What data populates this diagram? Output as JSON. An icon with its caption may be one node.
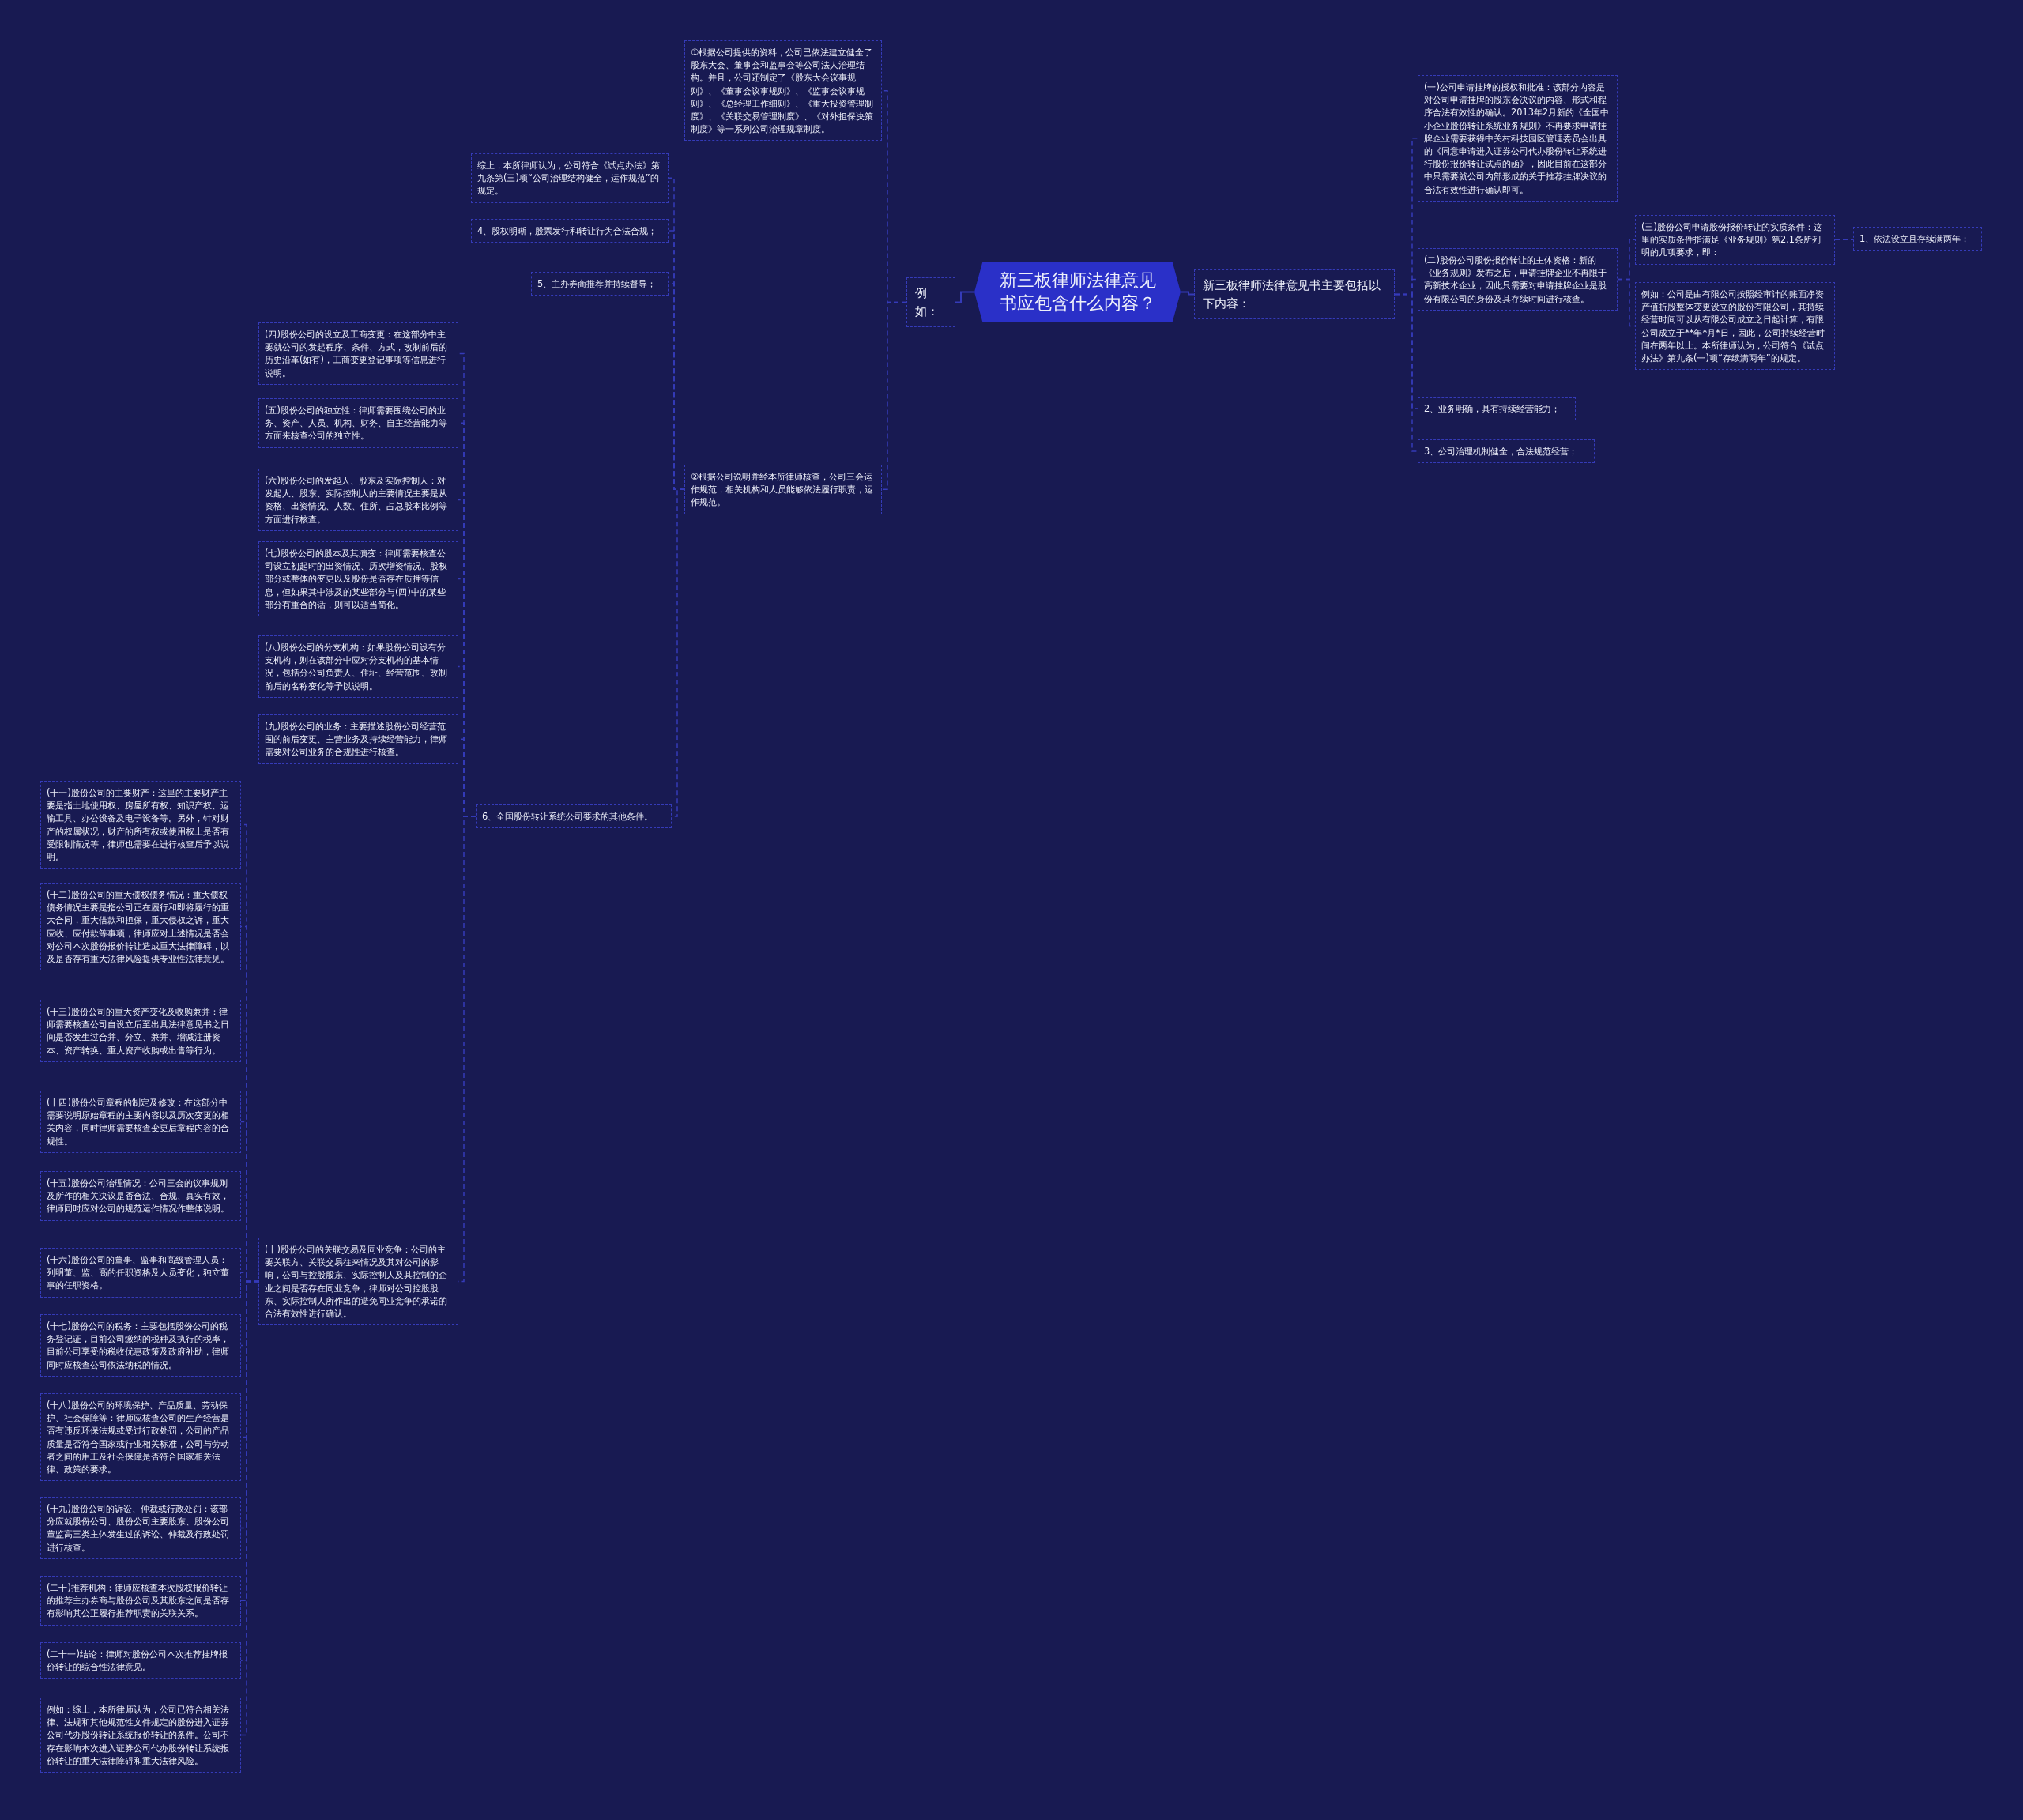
{
  "diagram": {
    "nodes": [
      {
        "text": [
          "新三板律师法律意见书应包含什么内容？"
        ]
      },
      {
        "text": [
          "例如："
        ]
      },
      {
        "text": [
          "①根据公司提供的资料，公司已依法建立健全了股东大会、董事会和监事会等公司法人治理结构。并且，公司还制定了《股东大会议事规则》、《董事会议事规则》、《监事会议事规则》、《总经理工作细则》、《重大投资管理制度》、《关联交易管理制度》、《对外担保决策制度》等一系列公司治理规章制度。"
        ]
      },
      {
        "text": [
          "②根据公司说明并经本所律师核查，公司三会运作规范，相关机构和人员能够依法履行职责，运作规范。"
        ]
      },
      {
        "text": [
          "综上，本所律师认为，公司符合《试点办法》第九条第(三)项“公司治理结构健全，运作规范”的规定。"
        ]
      },
      {
        "text": [
          "4、股权明晰，股票发行和转让行为合法合规；"
        ]
      },
      {
        "text": [
          "5、主办券商推荐并持续督导；"
        ]
      },
      {
        "text": [
          "6、全国股份转让系统公司要求的其他条件。"
        ]
      },
      {
        "text": [
          "(四)股份公司的设立及工商变更：在这部分中主要就公司的发起程序、条件、方式，改制前后的历史沿革(如有)，工商变更登记事项等信息进行说明。"
        ]
      },
      {
        "text": [
          "(五)股份公司的独立性：律师需要围绕公司的业务、资产、人员、机构、财务、自主经营能力等方面来核查公司的独立性。"
        ]
      },
      {
        "text": [
          "(六)股份公司的发起人、股东及实际控制人：对发起人、股东、实际控制人的主要情况主要是从资格、出资情况、人数、住所、占总股本比例等方面进行核查。"
        ]
      },
      {
        "text": [
          "(七)股份公司的股本及其演变：律师需要核查公司设立初起时的出资情况、历次增资情况、股权部分或整体的变更以及股份是否存在质押等信息，但如果其中涉及的某些部分与(四)中的某些部分有重合的话，则可以适当简化。"
        ]
      },
      {
        "text": [
          "(八)股份公司的分支机构：如果股份公司设有分支机构，则在该部分中应对分支机构的基本情况，包括分公司负责人、住址、经营范围、改制前后的名称变化等予以说明。"
        ]
      },
      {
        "text": [
          "(九)股份公司的业务：主要描述股份公司经营范围的前后变更、主营业务及持续经营能力，律师需要对公司业务的合规性进行核查。"
        ]
      },
      {
        "text": [
          "(十)股份公司的关联交易及同业竞争：公司的主要关联方、关联交易往来情况及其对公司的影响，公司与控股股东、实际控制人及其控制的企业之间是否存在同业竞争，律师对公司控股股东、实际控制人所作出的避免同业竞争的承诺的合法有效性进行确认。"
        ]
      },
      {
        "text": [
          "(十一)股份公司的主要财产：这里的主要财产主要是指土地使用权、房屋所有权、知识产权、运输工具、办公设备及电子设备等。另外，针对财产的权属状况，财产的所有权或使用权上是否有受限制情况等，律师也需要在进行核查后予以说明。"
        ]
      },
      {
        "text": [
          "(十二)股份公司的重大债权债务情况：重大债权债务情况主要是指公司正在履行和即将履行的重大合同，重大借款和担保，重大侵权之诉，重大应收、应付款等事项，律师应对上述情况是否会对公司本次股份报价转让造成重大法律障碍，以及是否存有重大法律风险提供专业性法律意见。"
        ]
      },
      {
        "text": [
          "(十三)股份公司的重大资产变化及收购兼并：律师需要核查公司自设立后至出具法律意见书之日间是否发生过合并、分立、兼并、增减注册资本、资产转换、重大资产收购或出售等行为。"
        ]
      },
      {
        "text": [
          "(十四)股份公司章程的制定及修改：在这部分中需要说明原始章程的主要内容以及历次变更的相关内容，同时律师需要核查变更后章程内容的合规性。"
        ]
      },
      {
        "text": [
          "(十五)股份公司治理情况：公司三会的议事规则及所作的相关决议是否合法、合规、真实有效，律师同时应对公司的规范运作情况作整体说明。"
        ]
      },
      {
        "text": [
          "(十六)股份公司的董事、监事和高级管理人员：列明董、监、高的任职资格及人员变化，独立董事的任职资格。"
        ]
      },
      {
        "text": [
          "(十七)股份公司的税务：主要包括股份公司的税务登记证，目前公司缴纳的税种及执行的税率，目前公司享受的税收优惠政策及政府补助，律师同时应核查公司依法纳税的情况。"
        ]
      },
      {
        "text": [
          "(十八)股份公司的环境保护、产品质量、劳动保护、社会保障等：律师应核查公司的生产经营是否有违反环保法规或受过行政处罚，公司的产品质量是否符合国家或行业相关标准，公司与劳动者之间的用工及社会保障是否符合国家相关法律、政策的要求。"
        ]
      },
      {
        "text": [
          "(十九)股份公司的诉讼、仲裁或行政处罚：该部分应就股份公司、股份公司主要股东、股份公司董监高三类主体发生过的诉讼、仲裁及行政处罚进行核查。"
        ]
      },
      {
        "text": [
          "(二十)推荐机构：律师应核查本次股权报价转让的推荐主办券商与股份公司及其股东之间是否存有影响其公正履行推荐职责的关联关系。"
        ]
      },
      {
        "text": [
          "(二十一)结论：律师对股份公司本次推荐挂牌报价转让的综合性法律意见。"
        ]
      },
      {
        "text": [
          "例如：综上，本所律师认为，公司已符合相关法律、法规和其他规范性文件规定的股份进入证券公司代办股份转让系统报价转让的条件。公司不存在影响本次进入证券公司代办股份转让系统报价转让的重大法律障碍和重大法律风险。"
        ]
      },
      {
        "text": [
          "新三板律师法律意见书主要包括以下内容："
        ]
      },
      {
        "text": [
          "(一)公司申请挂牌的授权和批准：该部分内容是对公司申请挂牌的股东会决议的内容、形式和程序合法有效性的确认。2013年2月新的《全国中小企业股份转让系统业务规则》不再要求申请挂牌企业需要获得中关村科技园区管理委员会出具的《同意申请进入证券公司代办股份转让系统进行股份报价转让试点的函》，因此目前在这部分中只需要就公司内部形成的关于推荐挂牌决议的合法有效性进行确认即可。"
        ]
      },
      {
        "text": [
          "(二)股份公司股份报价转让的主体资格：新的《业务规则》发布之后，申请挂牌企业不再限于高新技术企业，因此只需要对申请挂牌企业是股份有限公司的身份及其存续时间进行核查。"
        ]
      },
      {
        "text": [
          "(三)股份公司申请股份报价转让的实质条件：这里的实质条件指满足《业务规则》第2.1条所列明的几项要求，即："
        ]
      },
      {
        "text": [
          "1、依法设立且存续满两年；"
        ]
      },
      {
        "text": [
          "例如：公司是由有限公司按照经审计的账面净资产值折股整体变更设立的股份有限公司，其持续经营时间可以从有限公司成立之日起计算，有限公司成立于**年*月*日，因此，公司持续经营时间在两年以上。本所律师认为，公司符合《试点办法》第九条(一)项“存续满两年”的规定。"
        ]
      },
      {
        "text": [
          "2、业务明确，具有持续经营能力；"
        ]
      },
      {
        "text": [
          "3、公司治理机制健全，合法规范经营；"
        ]
      }
    ],
    "edges": [
      {
        "from": 0,
        "to": 1,
        "arrow": "none"
      },
      {
        "from": 1,
        "to": 2,
        "arrow": "none",
        "style": "dashed"
      },
      {
        "from": 1,
        "to": 3,
        "arrow": "none",
        "style": "dashed"
      },
      {
        "from": 3,
        "to": 4,
        "arrow": "none",
        "style": "dashed"
      },
      {
        "from": 3,
        "to": 5,
        "arrow": "none",
        "style": "dashed"
      },
      {
        "from": 3,
        "to": 6,
        "arrow": "none",
        "style": "dashed"
      },
      {
        "from": 3,
        "to": 7,
        "arrow": "none",
        "style": "dashed"
      },
      {
        "from": 7,
        "to": 8,
        "arrow": "none",
        "style": "dashed"
      },
      {
        "from": 7,
        "to": 9,
        "arrow": "none",
        "style": "dashed"
      },
      {
        "from": 7,
        "to": 10,
        "arrow": "none",
        "style": "dashed"
      },
      {
        "from": 7,
        "to": 11,
        "arrow": "none",
        "style": "dashed"
      },
      {
        "from": 7,
        "to": 12,
        "arrow": "none",
        "style": "dashed"
      },
      {
        "from": 7,
        "to": 13,
        "arrow": "none",
        "style": "dashed"
      },
      {
        "from": 7,
        "to": 14,
        "arrow": "none",
        "style": "dashed"
      },
      {
        "from": 14,
        "to": 15,
        "arrow": "none",
        "style": "dashed"
      },
      {
        "from": 14,
        "to": 16,
        "arrow": "none",
        "style": "dashed"
      },
      {
        "from": 14,
        "to": 17,
        "arrow": "none",
        "style": "dashed"
      },
      {
        "from": 14,
        "to": 18,
        "arrow": "none",
        "style": "dashed"
      },
      {
        "from": 14,
        "to": 19,
        "arrow": "none",
        "style": "dashed"
      },
      {
        "from": 14,
        "to": 20,
        "arrow": "none",
        "style": "dashed"
      },
      {
        "from": 14,
        "to": 21,
        "arrow": "none",
        "style": "dashed"
      },
      {
        "from": 14,
        "to": 22,
        "arrow": "none",
        "style": "dashed"
      },
      {
        "from": 14,
        "to": 23,
        "arrow": "none",
        "style": "dashed"
      },
      {
        "from": 14,
        "to": 24,
        "arrow": "none",
        "style": "dashed"
      },
      {
        "from": 14,
        "to": 25,
        "arrow": "none",
        "style": "dashed"
      },
      {
        "from": 14,
        "to": 26,
        "arrow": "none",
        "style": "dashed"
      },
      {
        "from": 0,
        "to": 27,
        "arrow": "none"
      },
      {
        "from": 27,
        "to": 28,
        "arrow": "none",
        "style": "dashed"
      },
      {
        "from": 27,
        "to": 29,
        "arrow": "none",
        "style": "dashed"
      },
      {
        "from": 29,
        "to": 30,
        "arrow": "none",
        "style": "dashed"
      },
      {
        "from": 30,
        "to": 31,
        "arrow": "none",
        "style": "dashed"
      },
      {
        "from": 29,
        "to": 32,
        "arrow": "none",
        "style": "dashed"
      },
      {
        "from": 27,
        "to": 33,
        "arrow": "none",
        "style": "dashed"
      },
      {
        "from": 27,
        "to": 34,
        "arrow": "none",
        "style": "dashed"
      }
    ]
  }
}
